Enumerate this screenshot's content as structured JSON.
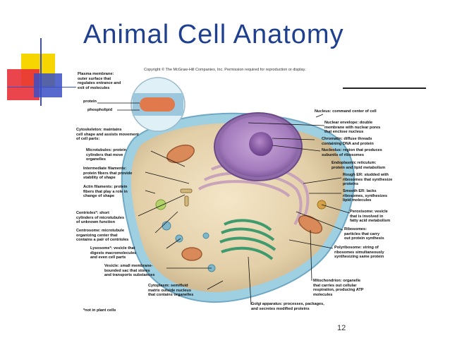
{
  "title": "Animal Cell Anatomy",
  "copyright": "Copyright © The McGraw-Hill Companies, Inc. Permission required for reproduction or display.",
  "page_number": "12",
  "colors": {
    "title": "#1f3f8f",
    "deco_yellow": "#f7d500",
    "deco_red": "#e8303a",
    "deco_blue": "#3b4fc4"
  },
  "labels": {
    "plasma_membrane": [
      "Plasma membrane:",
      "outer surface that",
      "regulates entrance and",
      "exit of molecules"
    ],
    "protein": [
      "protein"
    ],
    "phospholipid": [
      "phospholipid"
    ],
    "cytoskeleton": [
      "Cytoskeleton: maintains",
      "cell shape and assists movement",
      "of cell parts:"
    ],
    "microtubules": [
      "Microtubules: protein",
      "cylinders that move",
      "organelles"
    ],
    "intermediate_filaments": [
      "Intermediate filaments:",
      "protein fibers that provide",
      "stability of shape"
    ],
    "actin_filaments": [
      "Actin filaments: protein",
      "fibers that play a role in",
      "change of shape"
    ],
    "centrioles": [
      "Centrioles*: short",
      "cylinders of microtubules",
      "of unknown function"
    ],
    "centrosome": [
      "Centrosome: microtubule",
      "organizing center that",
      "contains a pair of centrioles"
    ],
    "lysosome": [
      "Lysosome*: vesicle that",
      "digests macromolecules",
      "and even cell parts"
    ],
    "vesicle": [
      "Vesicle: small membrane-",
      "bounded sac that stores",
      "and transports substances"
    ],
    "cytoplasm": [
      "Cytoplasm: semifluid",
      "matrix outside nucleus",
      "that contains organelles"
    ],
    "not_in_plant": [
      "*not in plant cells"
    ],
    "nucleus": [
      "Nucleus: command center of cell"
    ],
    "nuclear_envelope": [
      "Nuclear envelope: double",
      "membrane with nuclear pores",
      "that enclose nucleus"
    ],
    "chromatin": [
      "Chromatin: diffuse threads",
      "containing DNA and protein"
    ],
    "nucleolus": [
      "Nucleolus: region that produces",
      "subunits of ribosomes"
    ],
    "endoplasmic_reticulum": [
      "Endoplasmic reticulum:",
      "protein and lipid metabolism"
    ],
    "rough_er": [
      "Rough ER: studded with",
      "ribosomes that synthesize",
      "proteins"
    ],
    "smooth_er": [
      "Smooth ER: lacks",
      "ribosomes, synthesizes",
      "lipid molecules"
    ],
    "peroxisome": [
      "Peroxisome: vesicle",
      "that is involved in",
      "fatty acid metabolism"
    ],
    "ribosomes": [
      "Ribosomes:",
      "particles that carry",
      "out protein synthesis"
    ],
    "polyribosome": [
      "Polyribosome: string of",
      "ribosomes simultaneously",
      "synthesizing same protein"
    ],
    "mitochondrion": [
      "Mitochondrion: organelle",
      "that carries out cellular",
      "respiration, producing ATP",
      "molecules"
    ],
    "golgi": [
      "Golgi apparatus: processes, packages,",
      "and secretes modified proteins"
    ]
  }
}
